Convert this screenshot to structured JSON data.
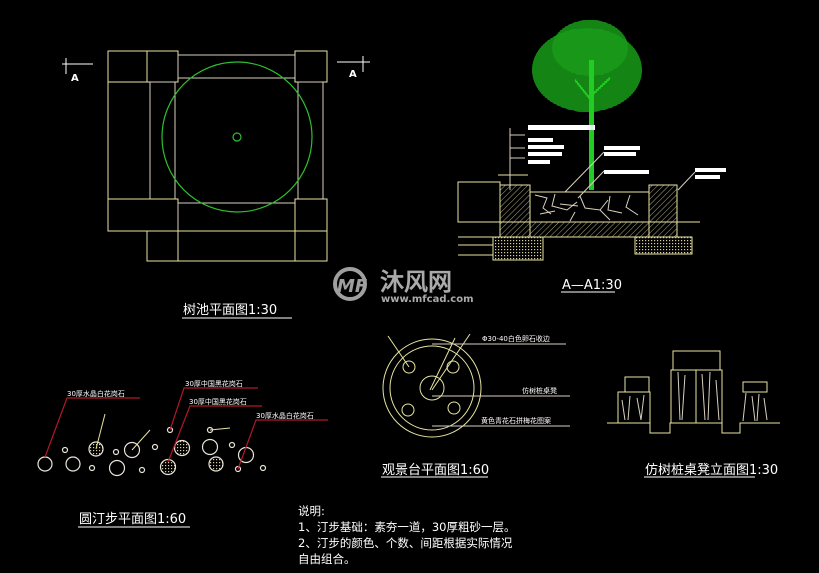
{
  "colors": {
    "background": "#000000",
    "lines": "#e8e4a0",
    "tree": "#22dd22",
    "leader": "#b0182a"
  },
  "tree_pool_plan": {
    "title": "树池平面图1:30",
    "section_mark_left": "A",
    "section_mark_right": "A"
  },
  "section": {
    "title": "A—A1:30"
  },
  "pavilion_plan": {
    "title": "观景台平面图1:60",
    "labels": [
      "Φ30-40白色卵石收边",
      "仿树桩桌凳",
      "黄色青花石拼梅花图案"
    ]
  },
  "stump_elevation": {
    "title": "仿树桩桌凳立面图1:30"
  },
  "stepping_stones": {
    "title": "圆汀步平面图1:60",
    "labels": [
      "30厚水晶白花岗石",
      "30厚中国黑花岗石",
      "30厚中国黑花岗石",
      "30厚水晶白花岗石"
    ]
  },
  "notes": {
    "heading": "说明:",
    "lines": [
      "1、汀步基础：素夯一道，30厚粗砂一层。",
      "2、汀步的颜色、个数、间距根据实际情况",
      "自由组合。"
    ]
  },
  "watermark": {
    "brand": "沐风网",
    "url": "www.mfcad.com"
  }
}
